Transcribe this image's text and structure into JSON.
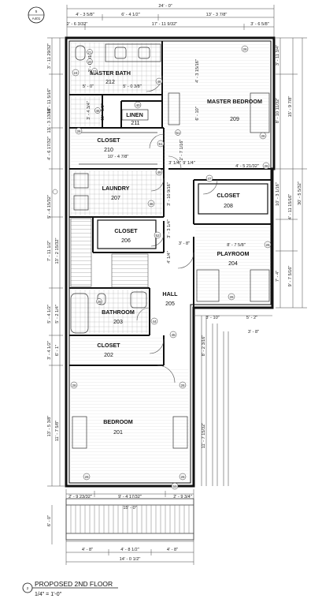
{
  "sheet": {
    "section_number": "5",
    "section_sheet": "A401",
    "title_number": "2",
    "title": "PROPOSED 2ND FLOOR",
    "scale": "1/4\" = 1'-0\""
  },
  "rooms": [
    {
      "name": "MASTER BATH",
      "number": "212"
    },
    {
      "name": "MASTER BEDROOM",
      "number": "209"
    },
    {
      "name": "LINEN",
      "number": "211"
    },
    {
      "name": "CLOSET",
      "number": "210"
    },
    {
      "name": "LAUNDRY",
      "number": "207"
    },
    {
      "name": "CLOSET",
      "number": "208"
    },
    {
      "name": "CLOSET",
      "number": "206"
    },
    {
      "name": "PLAYROOM",
      "number": "204"
    },
    {
      "name": "HALL",
      "number": "205"
    },
    {
      "name": "BATHROOM",
      "number": "203"
    },
    {
      "name": "CLOSET",
      "number": "202"
    },
    {
      "name": "BEDROOM",
      "number": "201"
    }
  ],
  "dimensions": {
    "top_overall": "24' - 0\"",
    "top_left": "4' - 3 5/8\"",
    "top_mid": "6' - 4 1/2\"",
    "top_right": "13' - 3 7/8\"",
    "top2_left": "2' - 6 3/32\"",
    "top2_mid": "17' - 11 9/32\"",
    "top2_right": "3' - 6 5/8\"",
    "left_1": "3' - 11 29/32\"",
    "left_2": "10' - 11 5/16\"",
    "left_3": "13' - 3 13/16\"",
    "left_4": "4' - 6 17/32\"",
    "left_5": "5' - 4 15/32\"",
    "left_6": "7' - 11 1/2\"",
    "left_7": "13' - 2 15/32\"",
    "left_8": "5' - 4 1/2\"",
    "left_9": "5' - 2 1/4\"",
    "left_10": "3' - 4 1/2\"",
    "left_11": "6' - 1\"",
    "left_12": "13' - 5 3/8\"",
    "left_13": "11' - 7 5/8\"",
    "left_14": "6' - 0\"",
    "right_1": "3' - 11 3/4\"",
    "right_2": "8' - 10 11/32\"",
    "right_3": "15' - 9 7/8\"",
    "right_4": "30' - 5 5/32\"",
    "right_5": "10' - 3 1/16\"",
    "right_6": "4' - 11 15/16\"",
    "right_7": "7' - 4\"",
    "right_8": "9' - 7 5/16\"",
    "int_mb_1": "5' - 0\"",
    "int_mb_2": "5' - 0 3/8\"",
    "int_mb_3": "3' - 8 5/16\"",
    "int_mb_4": "3' - 4 3/4\"",
    "int_mb_5": "11' - 1/2\"",
    "int_mbed_1": "4' - 3 15/16\"",
    "int_mbed_2": "6' - 10\"",
    "int_closet210": "10' - 4 7/8\"",
    "int_hall_1": "3' 1/4\"",
    "int_hall_2": "9' 1/4\"",
    "int_hall_3": "2' - 7 1/16\"",
    "int_hall_4": "4' - 5 21/32\"",
    "int_hall_5": "3' - 10 9/16\"",
    "int_hall_6": "3' - 3 1/4\"",
    "int_hall_7": "3' - 8\"",
    "int_playroom": "8' - 7 5/8\"",
    "int_hall_8": "4' 1/4\"",
    "int_bottom_1": "3' - 10\"",
    "int_bottom_2": "5' - 2\"",
    "int_bottom_3": "3' - 8\"",
    "int_bottom_4": "8' - 2 3/16\"",
    "int_bed_1": "11' - 7 15/32\"",
    "bot_1": "2' - 9 23/32\"",
    "bot_2": "9' - 4 17/32\"",
    "bot_3": "2' - 9 3/4\"",
    "bot_4": "15' - 0\"",
    "bot_5": "4' - 8\"",
    "bot_6": "4' - 8 1/2\"",
    "bot_7": "4' - 8\"",
    "bot_8": "14' - 0 1/2\""
  },
  "tags": [
    "26",
    "24",
    "48",
    "26",
    "40",
    "26",
    "51",
    "47",
    "26",
    "38",
    "52",
    "26",
    "26",
    "44",
    "45",
    "26",
    "26",
    "26",
    "26",
    "59",
    "49",
    "21",
    "20",
    "23",
    "46",
    "51",
    "28"
  ]
}
